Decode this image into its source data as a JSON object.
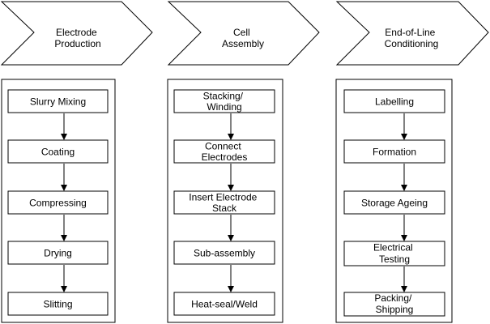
{
  "stages": [
    {
      "title_lines": [
        "Electrode",
        "Production"
      ],
      "steps": [
        {
          "lines": [
            "Slurry Mixing"
          ]
        },
        {
          "lines": [
            "Coating"
          ]
        },
        {
          "lines": [
            "Compressing"
          ]
        },
        {
          "lines": [
            "Drying"
          ]
        },
        {
          "lines": [
            "Slitting"
          ]
        }
      ]
    },
    {
      "title_lines": [
        "Cell",
        "Assembly"
      ],
      "steps": [
        {
          "lines": [
            "Stacking/",
            "Winding"
          ]
        },
        {
          "lines": [
            "Connect",
            "Electrodes"
          ]
        },
        {
          "lines": [
            "Insert Electrode",
            "Stack"
          ]
        },
        {
          "lines": [
            "Sub-assembly"
          ]
        },
        {
          "lines": [
            "Heat-seal/Weld"
          ]
        }
      ]
    },
    {
      "title_lines": [
        "End-of-Line",
        "Conditioning"
      ],
      "steps": [
        {
          "lines": [
            "Labelling"
          ]
        },
        {
          "lines": [
            "Formation"
          ]
        },
        {
          "lines": [
            "Storage Ageing"
          ]
        },
        {
          "lines": [
            "Electrical",
            "Testing"
          ]
        },
        {
          "lines": [
            "Packing/",
            "Shipping"
          ]
        }
      ]
    }
  ]
}
